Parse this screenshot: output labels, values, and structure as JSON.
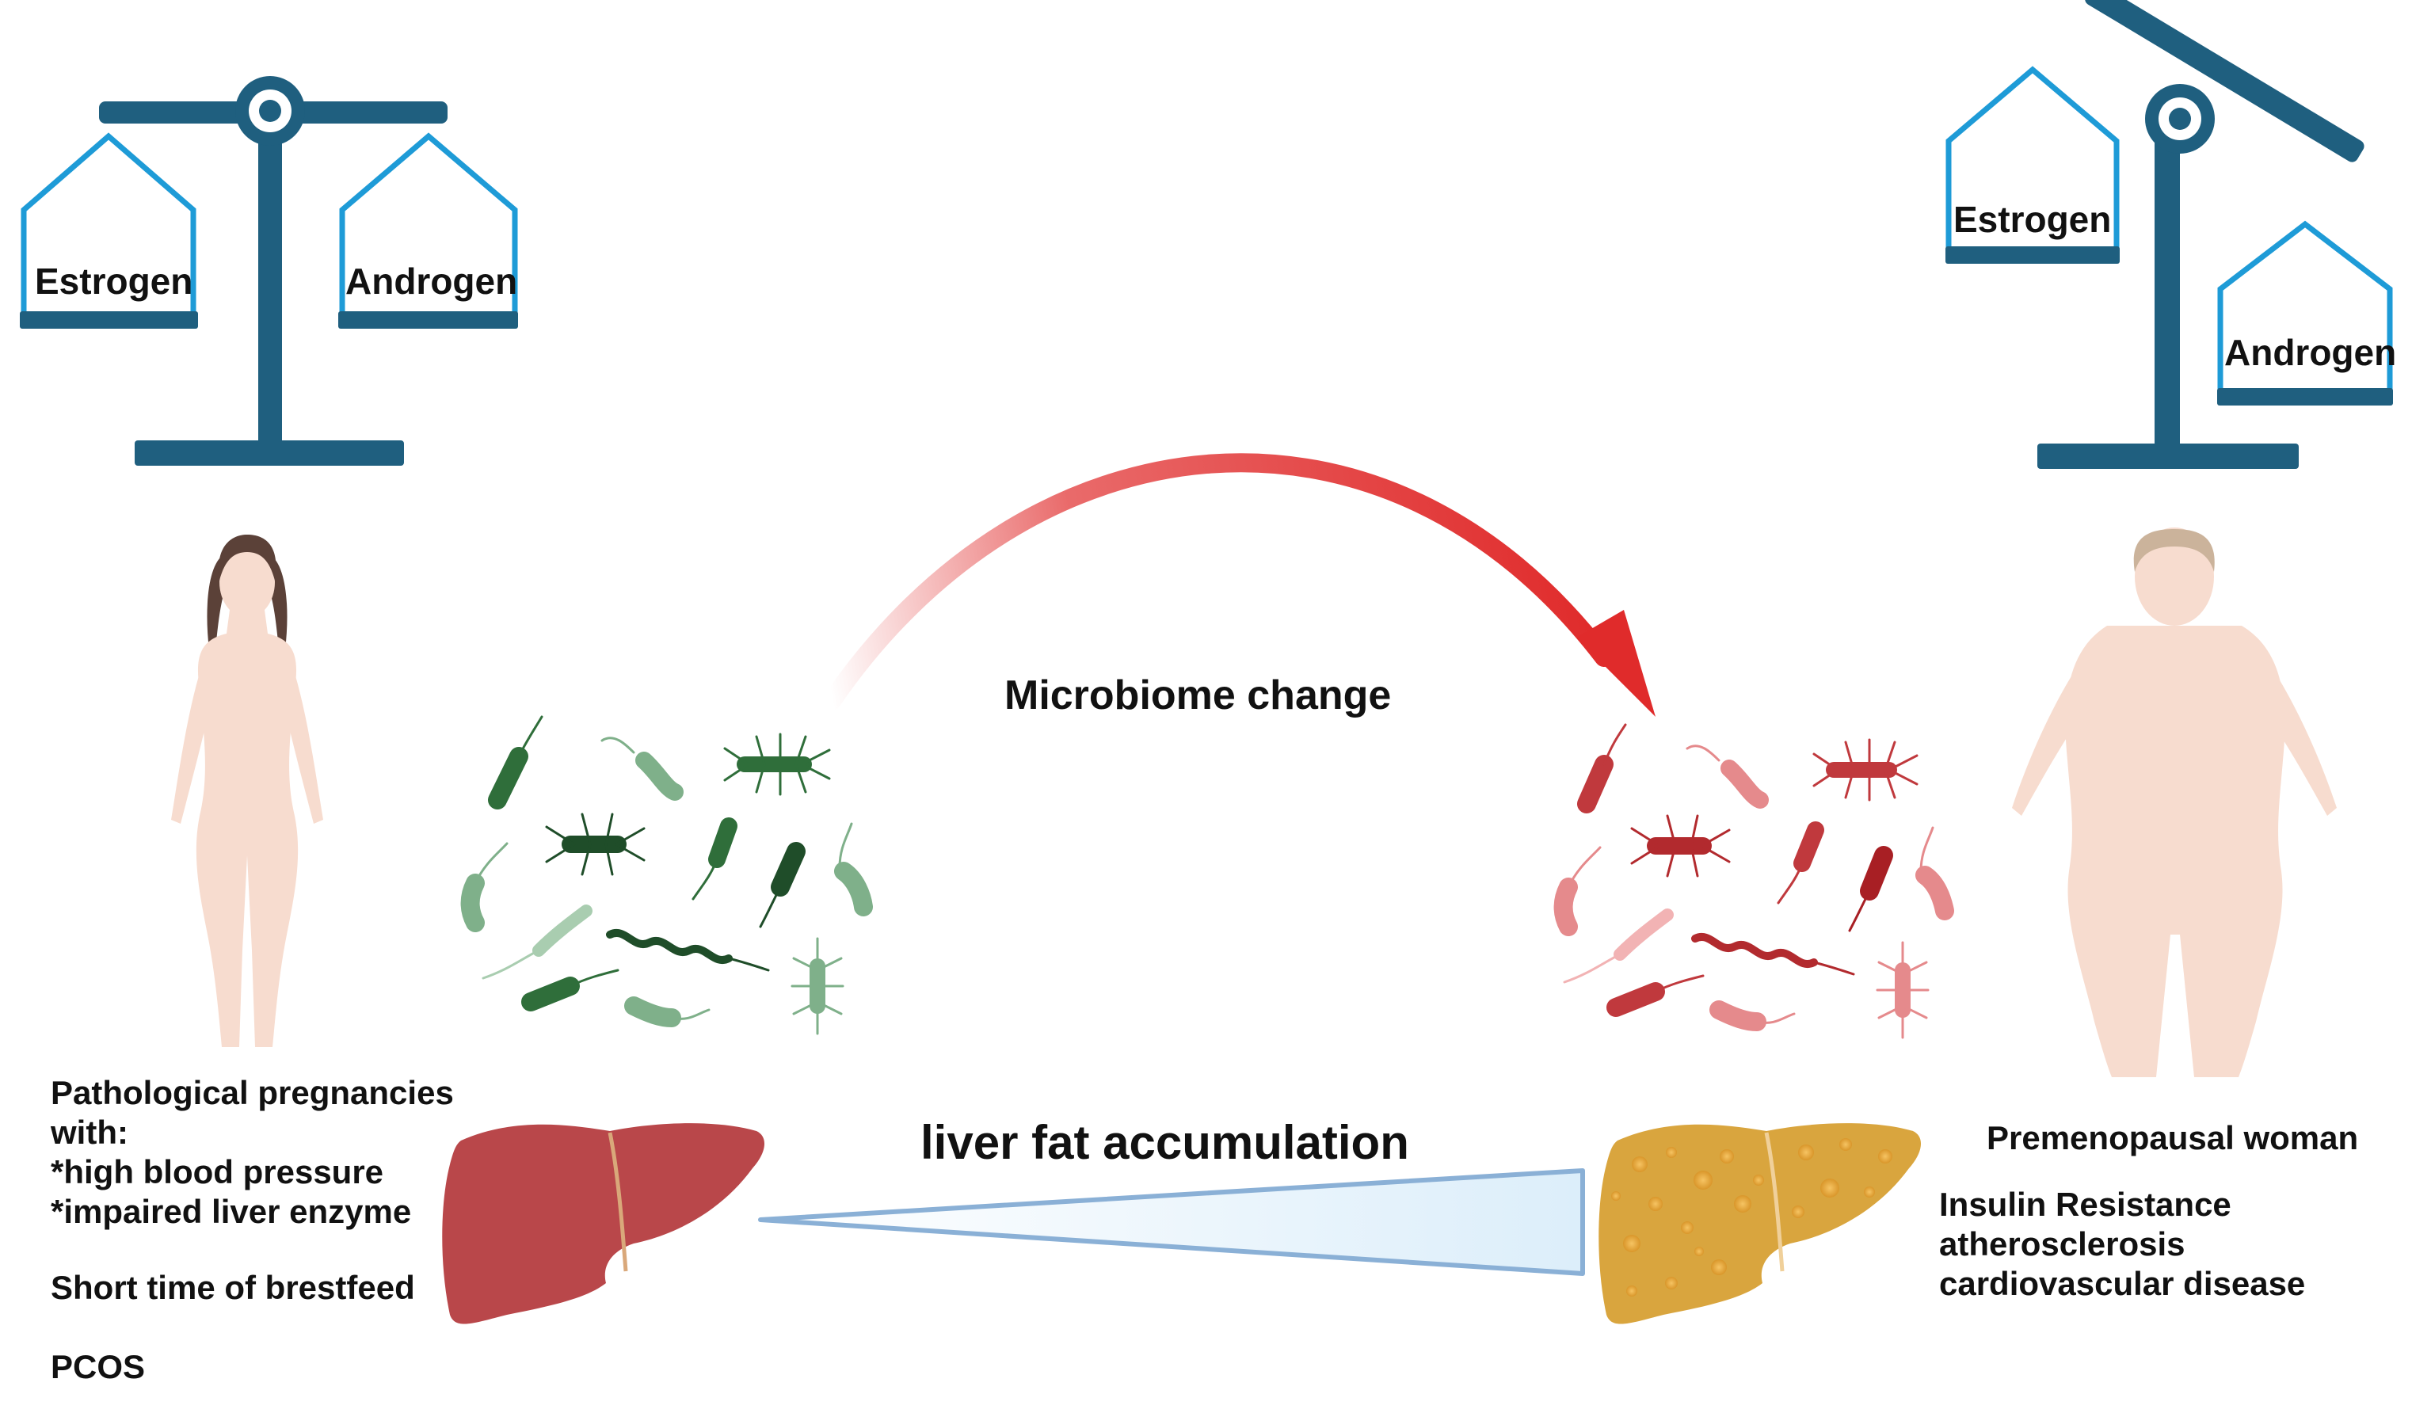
{
  "left_scale": {
    "left_pan": "Estrogen",
    "right_pan": "Androgen"
  },
  "right_scale": {
    "left_pan": "Estrogen",
    "right_pan": "Androgen"
  },
  "arrow_label": "Microbiome change",
  "wedge_label": "liver fat accumulation",
  "left_notes": {
    "line1": "Pathological pregnancies",
    "line2": "with:",
    "line3": "*high blood pressure",
    "line4": "*impaired liver enzyme",
    "line5": "Short time of brestfeed",
    "line6": "PCOS"
  },
  "right_notes": {
    "heading": "Premenopausal woman",
    "line1": "Insulin Resistance",
    "line2": "atherosclerosis",
    "line3": "cardiovascular disease"
  },
  "colors": {
    "scale": "#1f5f7f",
    "pan_outline": "#1e9bd7",
    "arrow_red": "#e02b2b",
    "healthy_liver": "#b9474a",
    "fatty_liver": "#d9a53e",
    "green_bacteria": "#2f6e3a",
    "red_bacteria": "#c0393d",
    "skin": "#f7dccf"
  }
}
